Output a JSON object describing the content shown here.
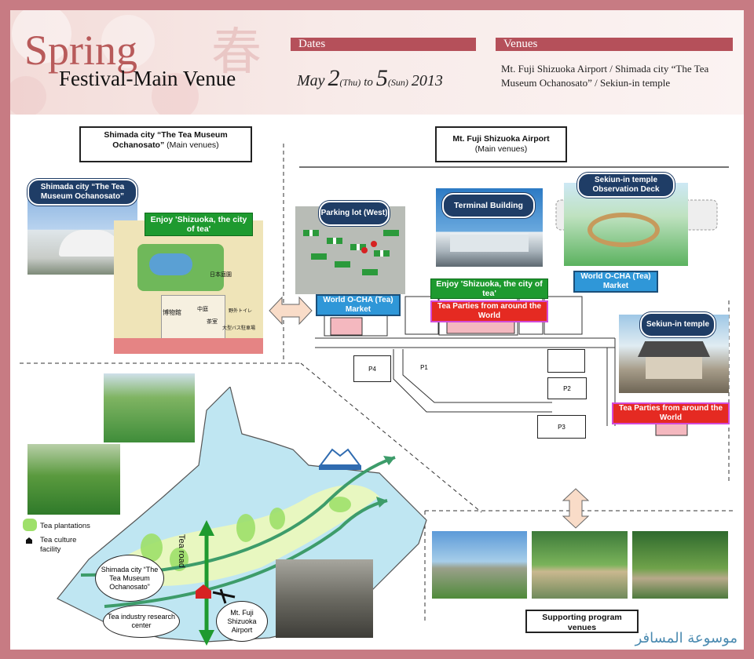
{
  "header": {
    "kanji": "春",
    "title": "Spring",
    "subtitle": "Festival-Main Venue",
    "dates_label": "Dates",
    "venues_label": "Venues",
    "dates": {
      "month": "May",
      "start": "2",
      "start_day": "(Thu)",
      "to": "to",
      "end": "5",
      "end_day": "(Sun)",
      "year": "2013"
    },
    "venues": "Mt. Fuji Shizuoka Airport / Shimada city “The Tea Museum Ochanosato” / Sekiun-in temple"
  },
  "left": {
    "box_line1": "Shimada city “The Tea Museum",
    "box_line2": "Ochanosato”",
    "box_line3": "(Main venues)",
    "pill": "Shimada city “The Tea Museum Ochanosato”",
    "green_tag": "Enjoy 'Shizuoka, the city of tea'",
    "map_labels": [
      "日本庭園",
      "博物館",
      "中庭",
      "茶室",
      "野外トイレ",
      "大型バス駐車場"
    ]
  },
  "right": {
    "box_line1": "Mt. Fuji Shizuoka Airport",
    "box_line2": "(Main venues)",
    "parking_pill": "Parking lot (West)",
    "terminal_pill": "Terminal Building",
    "deck_pill": "Sekiun-in temple Observation Deck",
    "temple_pill": "Sekiun-in temple",
    "market_left": "World O-CHA (Tea) Market",
    "market_right": "World O-CHA (Tea) Market",
    "green_tag": "Enjoy 'Shizuoka, the city of tea'",
    "red_tag_center": "Tea Parties from around the World",
    "red_tag_right": "Tea Parties from around the World",
    "lots": [
      "P4",
      "P1",
      "P2",
      "P3"
    ]
  },
  "lower": {
    "legend_plantations": "Tea plantations",
    "legend_facility": "Tea culture facility",
    "tea_road": "Tea road",
    "shimada": "Shimada city “The Tea Museum Ochanosato”",
    "research": "Tea industry research center",
    "airport": "Mt. Fuji Shizuoka Airport",
    "supporting": "Supporting program venues"
  },
  "watermark": "موسوعة المسافر",
  "colors": {
    "frame": "#c77b83",
    "bar": "#b5505a",
    "pill": "#1f3d66",
    "green": "#1e9a2f",
    "blue": "#2f97d8",
    "red": "#e52a22"
  }
}
